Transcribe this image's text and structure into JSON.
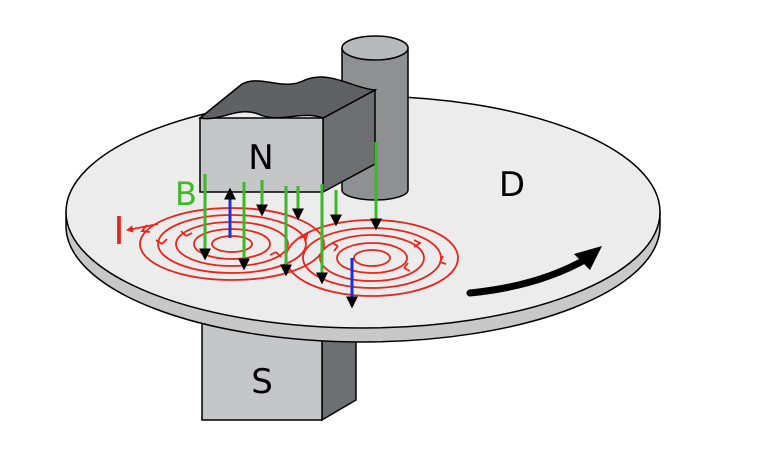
{
  "labels": {
    "north_pole": "N",
    "south_pole": "S",
    "disc": "D",
    "field": "B",
    "current": "I"
  },
  "colors": {
    "disc_fill": "#ececec",
    "disc_edge": "#c8c8c8",
    "magnet_front": "#c4c6c8",
    "magnet_top": "#6d6f72",
    "axle": "#8e9092",
    "field_lines": "#3cb829",
    "eddy_current": "#e8251b",
    "induced_field": "#1d2fd6",
    "rotation_arrow": "#000000",
    "outline": "#000000"
  },
  "icons": {
    "rotation": "curved-arrow-icon",
    "field_arrows": "arrow-down-icon",
    "induced_arrows": "arrow-icon"
  }
}
